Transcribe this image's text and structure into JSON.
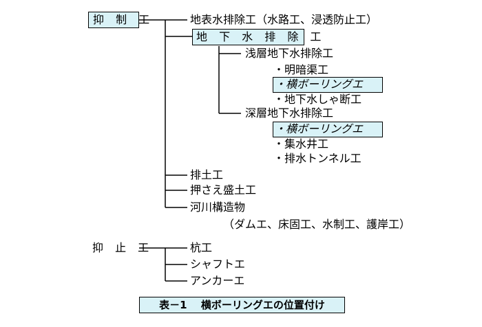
{
  "colors": {
    "highlight": "#d9f2f7",
    "line": "#000000"
  },
  "tree1": {
    "root": "抑 制 工",
    "surface_drainage": "地表水排除工（水路工、浸透防止工）",
    "groundwater_drainage": "地 下 水 排 除 工",
    "shallow": "浅層地下水排除工",
    "shallow_items": [
      "・明暗渠工",
      "・横ボーリングエ",
      "・地下水しゃ断工"
    ],
    "deep": "深層地下水排除工",
    "deep_items": [
      "・横ボーリングエ",
      "・集水井工",
      "・排水トンネル工"
    ],
    "soil_removal": "排土工",
    "counterweight": "押さえ盛土工",
    "river": "河川構造物",
    "river_detail": "（ダムエ、床固工、水制工、護岸工）"
  },
  "tree2": {
    "root": "抑 止 工",
    "items": [
      "杭工",
      "シャフトエ",
      "アンカーエ"
    ]
  },
  "caption": "表－1　 横ボーリングエの位置付け"
}
